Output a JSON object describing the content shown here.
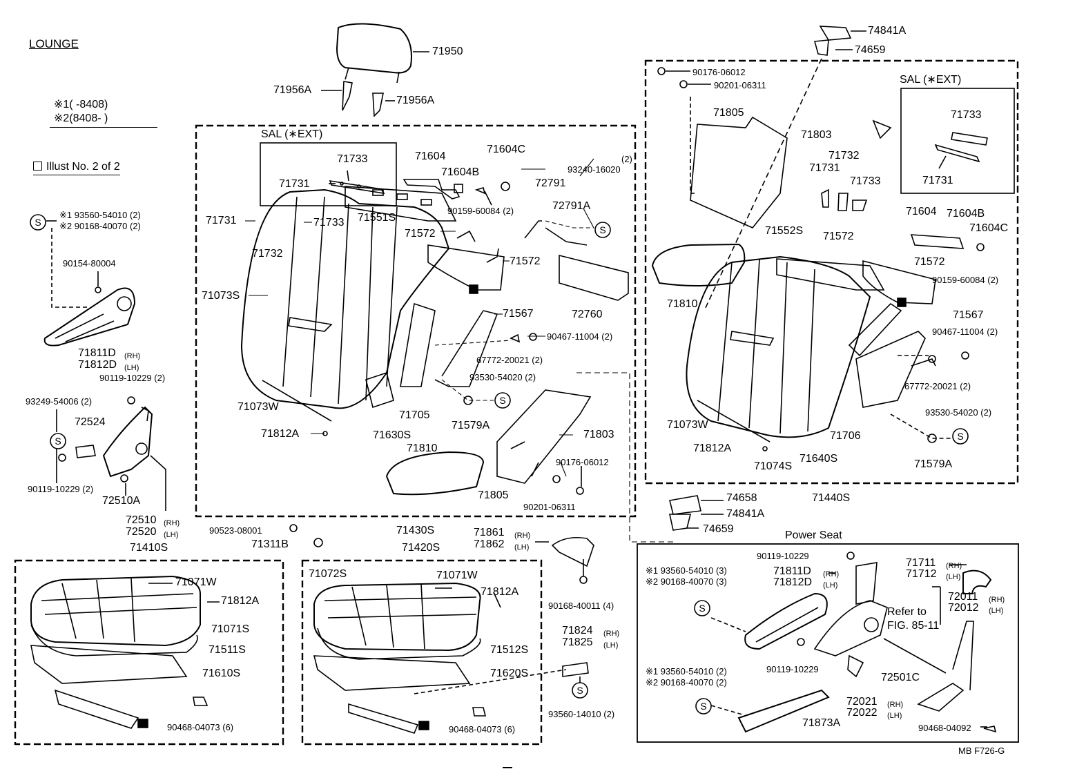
{
  "header": {
    "title": "LOUNGE",
    "legend_line1": "※1(      -8408)",
    "legend_line2": "※2(8408-      )",
    "illust_note": "Illust No. 2 of 2"
  },
  "headrest": {
    "part": "71950",
    "stay_left": "71956A",
    "stay_right": "71956A"
  },
  "center_box": {
    "sal_title": "SAL (∗EXT)",
    "labels": {
      "p71733a": "71733",
      "p71731a": "71731",
      "p71604": "71604",
      "p71604c": "71604C",
      "p71604b": "71604B",
      "p93240": "93240-16020",
      "q2a": "(2)",
      "p72791": "72791",
      "p72791a": "72791A",
      "p90159": "90159-60084 (2)",
      "p71731b": "71731",
      "p71733b": "71733",
      "p71551s": "71551S",
      "p71572a": "71572",
      "p71732": "71732",
      "p71572b": "71572",
      "p71073s": "71073S",
      "p72760": "72760",
      "p71567": "71567",
      "p90467": "90467-11004 (2)",
      "p67772": "67772-20021 (2)",
      "p93530": "93530-54020 (2)",
      "p71073w": "71073W",
      "p71705": "71705",
      "p71579a": "71579A",
      "p71812a": "71812A",
      "p71630s": "71630S",
      "p71803": "71803",
      "p71810": "71810",
      "p90176": "90176-06012",
      "p71805": "71805",
      "p90201": "90201-06311",
      "assy": "71430S"
    }
  },
  "left_column": {
    "labels": {
      "s1": "※1 93560-54010 (2)",
      "s2": "※2 90168-40070 (2)",
      "p90154": "90154-80004",
      "p71811d": "71811D",
      "rh1": "(RH)",
      "p71812d": "71812D",
      "lh1": "(LH)",
      "p90119a": "90119-10229 (2)",
      "p93249": "93249-54006 (2)",
      "p72524": "72524",
      "p90119b": "90119-10229 (2)",
      "p72510a": "72510A",
      "p72510": "72510",
      "rh2": "(RH)",
      "p72520": "72520",
      "lh2": "(LH)",
      "assy": "71410S"
    }
  },
  "right_box": {
    "sal_title": "SAL (∗EXT)",
    "labels": {
      "p74841a": "74841A",
      "p74659": "74659",
      "p90176": "90176-06012",
      "p90201": "90201-06311",
      "p71805": "71805",
      "p71803": "71803",
      "p71733a": "71733",
      "p71732": "71732",
      "p71731a": "71731",
      "p71733b": "71733",
      "p71731b": "71731",
      "p71604": "71604",
      "p71604b": "71604B",
      "p71604c": "71604C",
      "p71552s": "71552S",
      "p71572a": "71572",
      "p71572b": "71572",
      "p90159": "90159-60084 (2)",
      "p71810": "71810",
      "p71567": "71567",
      "p90467": "90467-11004 (2)",
      "p67772": "67772-20021 (2)",
      "p71073w": "71073W",
      "p93530": "93530-54020 (2)",
      "p71812a": "71812A",
      "p71706": "71706",
      "p71074s": "71074S",
      "p71640s": "71640S",
      "p71579a": "71579A",
      "assy": "71440S"
    }
  },
  "middle_labels": {
    "p90523": "90523-08001",
    "p71311b": "71311B",
    "p71861": "71861",
    "rh": "(RH)",
    "p71862": "71862",
    "lh": "(LH)",
    "p74658": "74658",
    "p74841a": "74841A",
    "p74659": "74659",
    "p90168": "90168-40011 (4)",
    "p71824": "71824",
    "rh2": "(RH)",
    "p71825": "71825",
    "lh2": "(LH)",
    "p93560": "93560-14010 (2)"
  },
  "cushion_left": {
    "labels": {
      "p71071w": "71071W",
      "p71812a": "71812A",
      "p71071s": "71071S",
      "p71511s": "71511S",
      "p71610s": "71610S",
      "p90468": "90468-04073 (6)"
    }
  },
  "cushion_center": {
    "labels": {
      "assy": "71420S",
      "p71072s": "71072S",
      "p71071w": "71071W",
      "p71812a": "71812A",
      "p71512s": "71512S",
      "p71620s": "71620S",
      "p90468": "90468-04073 (6)"
    }
  },
  "power_seat": {
    "title": "Power Seat",
    "labels": {
      "p90119a": "90119-10229",
      "s1a": "※1 93560-54010 (3)",
      "s2a": "※2 90168-40070 (3)",
      "p71811d": "71811D",
      "rh1": "(RH)",
      "p71812d": "71812D",
      "lh1": "(LH)",
      "p71711": "71711",
      "rh2": "(RH)",
      "p71712": "71712",
      "lh2": "(LH)",
      "p72011": "72011",
      "rh3": "(RH)",
      "p72012": "72012",
      "lh3": "(LH)",
      "refer1": "Refer to",
      "refer2": "FIG. 85-11",
      "p90119b": "90119-10229",
      "p72501c": "72501C",
      "s1b": "※1 93560-54010 (2)",
      "s2b": "※2 90168-40070 (2)",
      "p72021": "72021",
      "rh4": "(RH)",
      "p72022": "72022",
      "lh4": "(LH)",
      "p71873a": "71873A",
      "p90468": "90468-04092"
    }
  },
  "footer": {
    "code": "MB  F726-G"
  },
  "symbols": {
    "s_mark": "S"
  }
}
